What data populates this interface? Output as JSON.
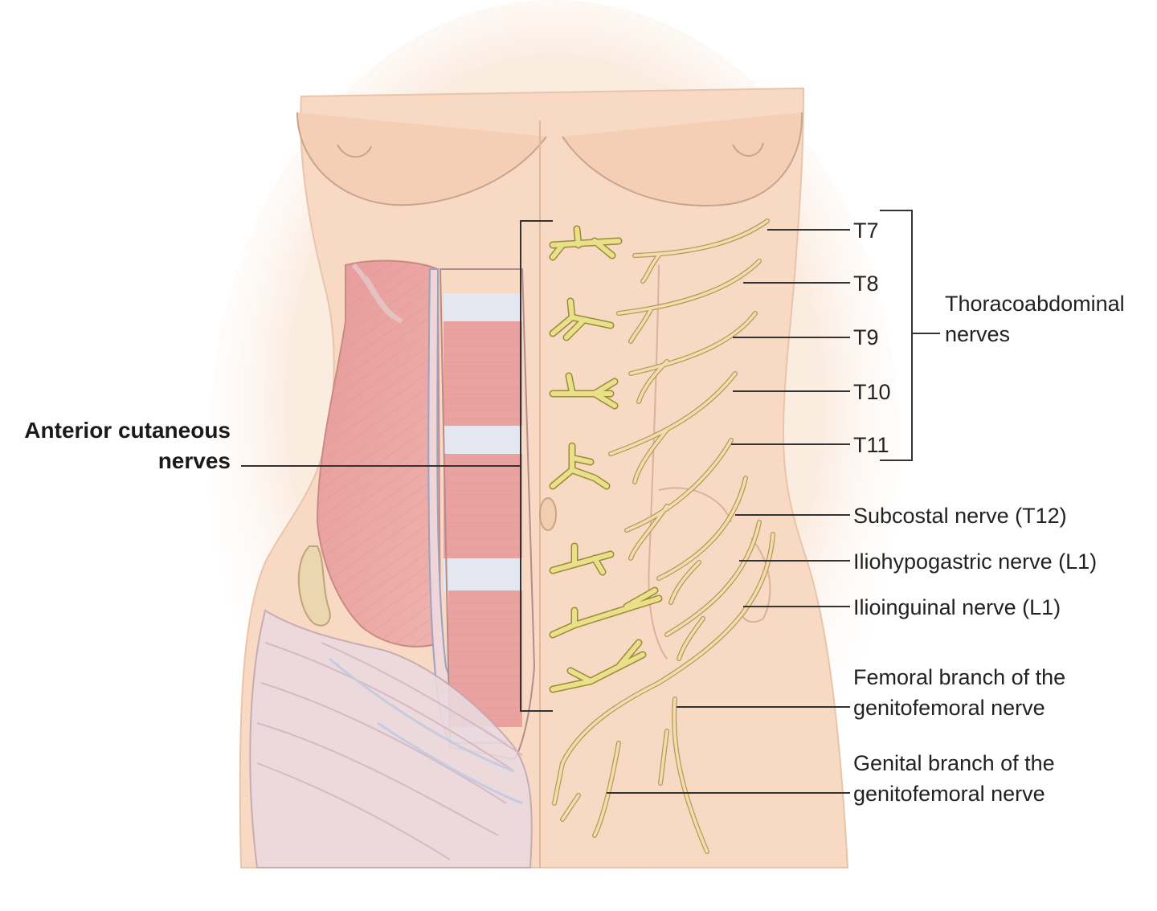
{
  "labels": {
    "anterior_cutaneous_line1": "Anterior cutaneous",
    "anterior_cutaneous_line2": "nerves",
    "t7": "T7",
    "t8": "T8",
    "t9": "T9",
    "t10": "T10",
    "t11": "T11",
    "thoracoabdominal_line1": "Thoracoabdominal",
    "thoracoabdominal_line2": "nerves",
    "subcostal": "Subcostal nerve (T12)",
    "iliohypogastric": "Iliohypogastric nerve (L1)",
    "ilioinguinal": "Ilioinguinal nerve (L1)",
    "femoral_branch_line1": "Femoral branch of the",
    "femoral_branch_line2": "genitofemoral nerve",
    "genital_branch_line1": "Genital branch of the",
    "genital_branch_line2": "genitofemoral nerve"
  },
  "colors": {
    "skin": "#f8dcc6",
    "skin_dark": "#f2c9ad",
    "muscle": "#e9a2a0",
    "tendon": "#e4e7f0",
    "nerve_cutaneous": "#e9e08a",
    "nerve_trunk": "#f3ddb0",
    "label_text": "#222222"
  }
}
